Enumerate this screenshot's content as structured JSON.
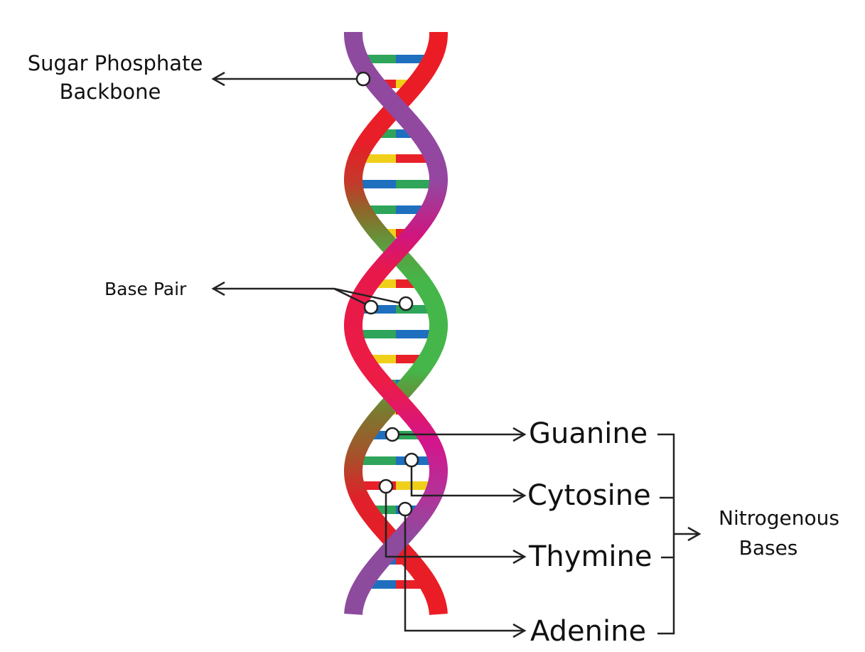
{
  "labels": {
    "backbone_line1": "Sugar Phosphate",
    "backbone_line2": "Backbone",
    "base_pair": "Base Pair",
    "guanine": "Guanine",
    "cytosine": "Cytosine",
    "thymine": "Thymine",
    "adenine": "Adenine",
    "group_line1": "Nitrogenous",
    "group_line2": "Bases"
  },
  "colors": {
    "guanine": "#2ea55a",
    "cytosine": "#1f6fbf",
    "thymine": "#f0cf1a",
    "adenine": "#e8202a"
  },
  "base_pairs": [
    [
      "guanine",
      "cytosine"
    ],
    [
      "adenine",
      "thymine"
    ],
    [
      "guanine",
      "cytosine"
    ],
    [
      "thymine",
      "adenine"
    ],
    [
      "cytosine",
      "guanine"
    ],
    [
      "guanine",
      "cytosine"
    ],
    [
      "thymine",
      "adenine"
    ],
    [
      "guanine",
      "cytosine"
    ],
    [
      "thymine",
      "adenine"
    ],
    [
      "cytosine",
      "guanine"
    ],
    [
      "guanine",
      "cytosine"
    ],
    [
      "thymine",
      "adenine"
    ],
    [
      "guanine",
      "cytosine"
    ],
    [
      "thymine",
      "adenine"
    ],
    [
      "cytosine",
      "guanine"
    ],
    [
      "guanine",
      "cytosine"
    ],
    [
      "adenine",
      "thymine"
    ],
    [
      "guanine",
      "cytosine"
    ],
    [
      "cytosine",
      "adenine"
    ]
  ]
}
